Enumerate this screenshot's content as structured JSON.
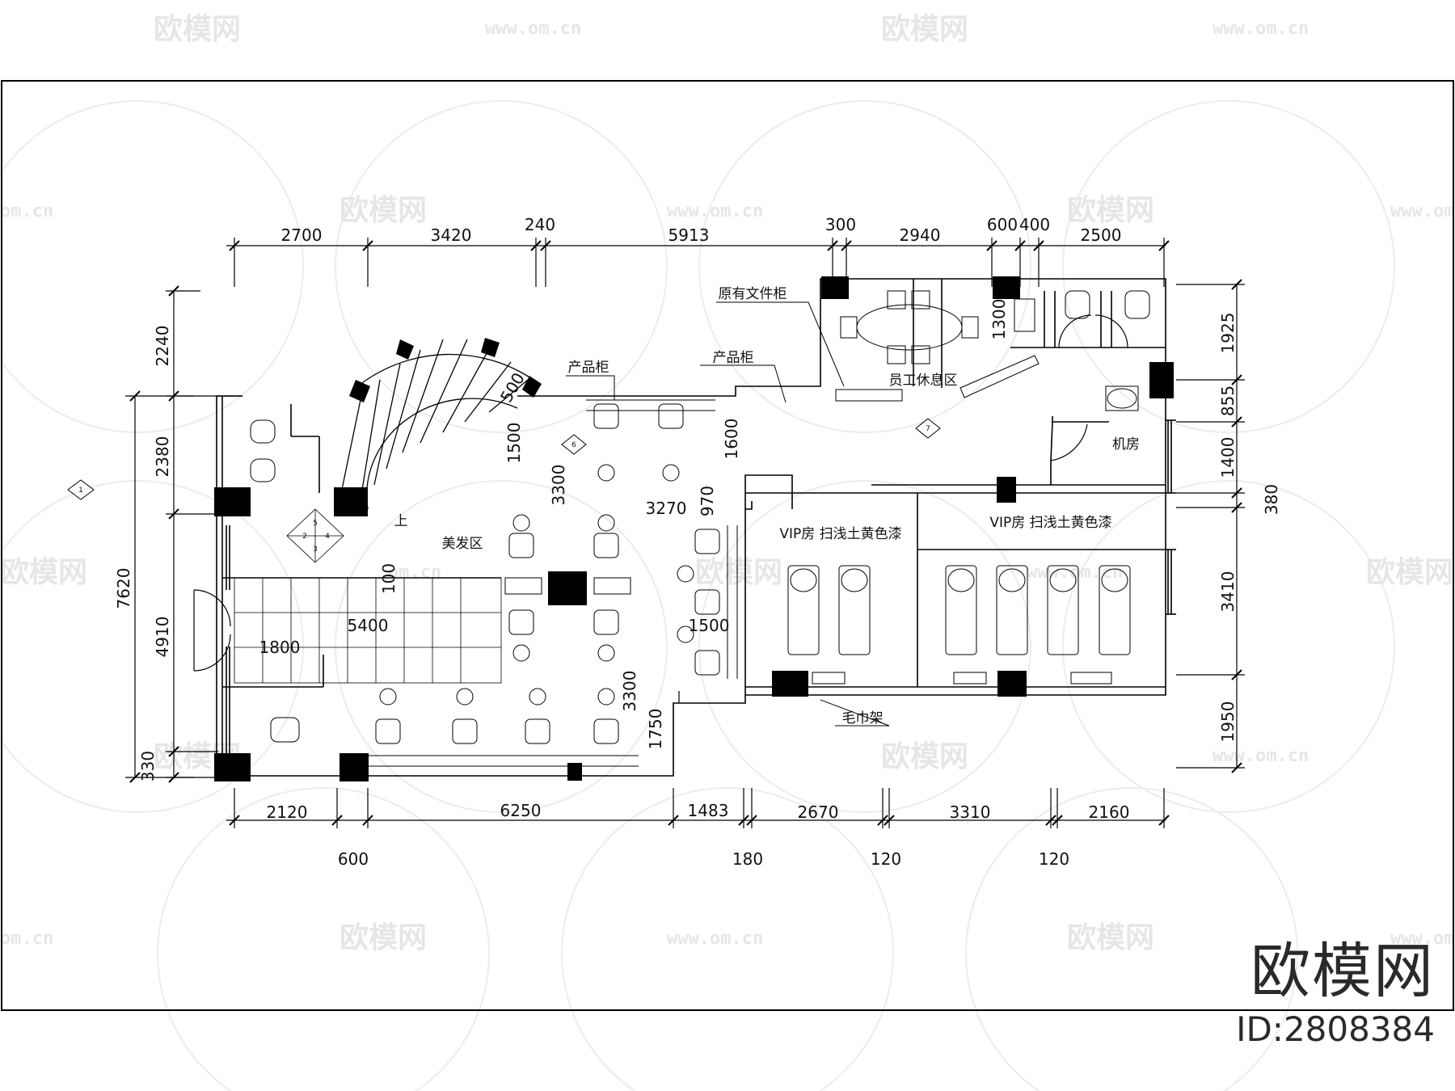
{
  "watermark": {
    "brand": "欧模网",
    "url": "www.om.cn",
    "url_short": "om.cn"
  },
  "brand": {
    "name": "欧模网",
    "id": "ID:2808384"
  },
  "rooms": {
    "hair_area": "美发区",
    "staff_rest": "员工休息区",
    "machine_room": "机房",
    "vip_room": "VIP房  扫浅土黄色漆",
    "product_cabinet": "产品柜",
    "original_file_cabinet": "原有文件柜",
    "towel_rack": "毛巾架",
    "stair_up": "上"
  },
  "dimensions": {
    "top": [
      "2700",
      "3420",
      "240",
      "5913",
      "300",
      "2940",
      "600",
      "400",
      "2500"
    ],
    "left": [
      "2240",
      "2380",
      "7620",
      "4910",
      "330"
    ],
    "right": [
      "1925",
      "855",
      "1400",
      "380",
      "3410",
      "1950"
    ],
    "bottom": [
      "2120",
      "6250",
      "1483",
      "2670",
      "3310",
      "2160"
    ],
    "bottom_sub": [
      "600",
      "180",
      "120",
      "120"
    ],
    "interior": [
      "1500",
      "3300",
      "1600",
      "3270",
      "970",
      "500",
      "100",
      "5400",
      "1800",
      "1500",
      "3300",
      "1750",
      "1300"
    ]
  },
  "marks": {
    "m1": "1",
    "m6": "6",
    "m7": "7",
    "m2": "2",
    "m3": "3",
    "m4": "4",
    "m5": "5"
  }
}
